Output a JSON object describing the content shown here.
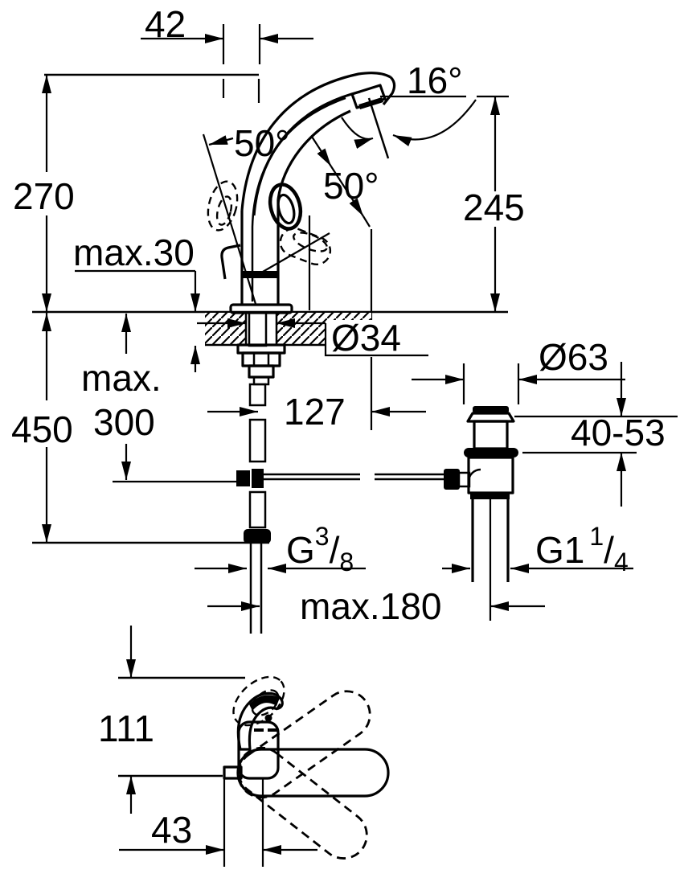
{
  "page": {
    "background": "#ffffff",
    "line_color": "#000000"
  },
  "drawing": {
    "name": "basin-mixer-technical-dimension-drawing",
    "front_view": {
      "handle_offset_top": "42",
      "spout_angle": "16°",
      "height_to_spout_top": "270",
      "handle_angle_left": "50°",
      "handle_angle_right": "50°",
      "spout_outlet_height": "245",
      "mounting_thickness": "max.30",
      "mounting_hole_diameter": "Ø34",
      "supply_hose_length": "450",
      "connection_depth_line1": "max.",
      "connection_depth_line2": "300",
      "spout_reach": "127",
      "waste_plug_diameter": "Ø63",
      "waste_height_range": "40-53",
      "supply_thread": {
        "prefix": "G",
        "numerator": "3",
        "denominator": "8"
      },
      "waste_thread": {
        "prefix": "G1",
        "numerator": "1",
        "denominator": "4"
      },
      "max_rod_distance": "max.180"
    },
    "top_view": {
      "body_depth": "111",
      "rod_to_center": "43"
    }
  }
}
